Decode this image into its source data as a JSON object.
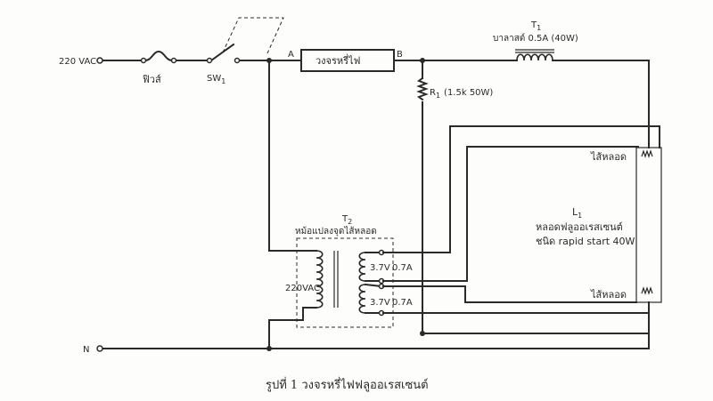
{
  "labels": {
    "input_voltage": "220 VAC",
    "fuse": "ฟิวส์",
    "switch": "SW",
    "switch_sub": "1",
    "node_a": "A",
    "node_b": "B",
    "circuit_box": "วงจรหรี่ไฟ",
    "ballast_ref": "T",
    "ballast_ref_sub": "1",
    "ballast": "บาลาสต์ 0.5A (40W)",
    "resistor_ref": "R",
    "resistor_ref_sub": "1",
    "resistor_value": "(1.5k 50W)",
    "transformer_ref": "T",
    "transformer_ref_sub": "2",
    "transformer_name": "หม้อแปลงจุดไส้หลอด",
    "primary_voltage": "220VAC",
    "sec1_voltage": "3.7V",
    "sec1_current": "0.7A",
    "sec2_voltage": "3.7V",
    "sec2_current": "0.7A",
    "filament_top": "ไส้หลอด",
    "filament_bottom": "ไส้หลอด",
    "lamp_ref": "L",
    "lamp_ref_sub": "1",
    "lamp_name": "หลอดฟลูออเรสเซนต์",
    "lamp_type": "ชนิด rapid start 40W",
    "neutral": "N",
    "caption": "รูปที่ 1 วงจรหรี่ไฟฟลูออเรสเซนต์"
  }
}
